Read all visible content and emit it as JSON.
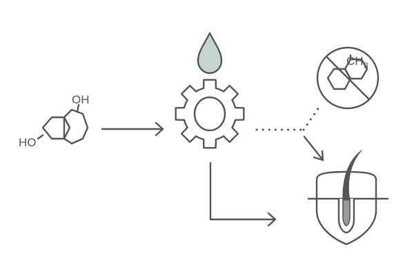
{
  "diagram": {
    "colors": {
      "stroke": "#555555",
      "drop_fill": "#c5d6d1",
      "hair_fill": "#9a9a9a",
      "background": "#ffffff"
    },
    "molecule_left": {
      "label_top": "OH",
      "label_left": "HO"
    },
    "molecule_banned": {
      "label_ch": "CH",
      "label_sub": "3"
    },
    "icons": [
      "oil-drop-icon",
      "gear-icon",
      "prohibited-molecule-icon",
      "hair-follicle-shield-icon"
    ]
  }
}
